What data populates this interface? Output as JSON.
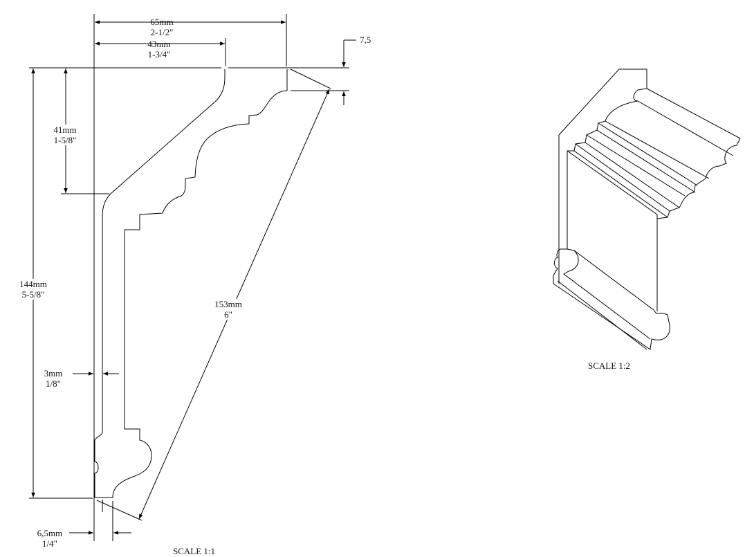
{
  "dims": {
    "width_total": {
      "mm": "65mm",
      "in": "2-1/2\""
    },
    "width_top": {
      "mm": "43mm",
      "in": "1-3/4\""
    },
    "offset_top": {
      "mm": "7,5"
    },
    "height_upper": {
      "mm": "41mm",
      "in": "1-5/8\""
    },
    "height_total": {
      "mm": "144mm",
      "in": "5-5/8\""
    },
    "diagonal": {
      "mm": "153mm",
      "in": "6\""
    },
    "wall": {
      "mm": "3mm",
      "in": "1/8\""
    },
    "base": {
      "mm": "6,5mm",
      "in": "1/4\""
    }
  },
  "scales": {
    "profile": "SCALE  1:1",
    "iso": "SCALE  1:2"
  }
}
